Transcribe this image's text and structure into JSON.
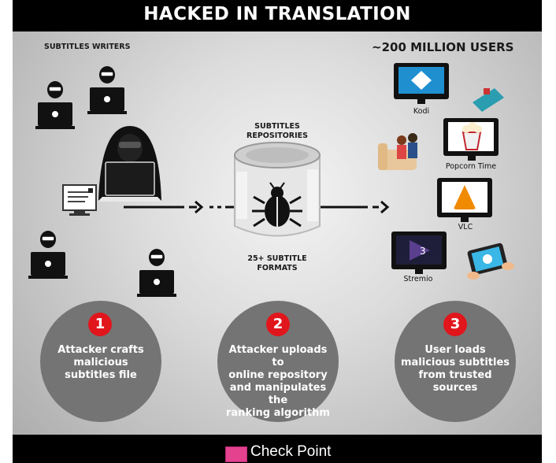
{
  "title": "HACKED IN TRANSLATION",
  "writers_label": "SUBTITLES WRITERS",
  "users_label": "~200 MILLION USERS",
  "repo_label_1": "SUBTITLES",
  "repo_label_2": "REPOSITORIES",
  "formats_label_1": "25+ SUBTITLE",
  "formats_label_2": "FORMATS",
  "players": [
    "Kodi",
    "Popcorn Time",
    "VLC",
    "Stremio"
  ],
  "steps": [
    {
      "number": "1",
      "lines": [
        "Attacker crafts",
        "malicious",
        "subtitles file"
      ]
    },
    {
      "number": "2",
      "lines": [
        "Attacker uploads to",
        "online repository",
        "and manipulates the",
        "ranking algorithm"
      ]
    },
    {
      "number": "3",
      "lines": [
        "User loads",
        "malicious subtitles",
        "from trusted",
        "sources"
      ]
    }
  ],
  "footer": {
    "brand": "Check Point"
  },
  "colors": {
    "accent_red": "#e1161c",
    "step_gray": "#747474",
    "header_black": "#000000",
    "kodi_blue": "#1f8fd0",
    "vlc_orange": "#f08a00",
    "stremio_purple": "#5b3f8f"
  },
  "icons": [
    "writer-icon",
    "hacker-icon",
    "document-screen-icon",
    "database-icon",
    "bug-icon",
    "tv-icon",
    "couch-icon",
    "tablet-icon"
  ]
}
